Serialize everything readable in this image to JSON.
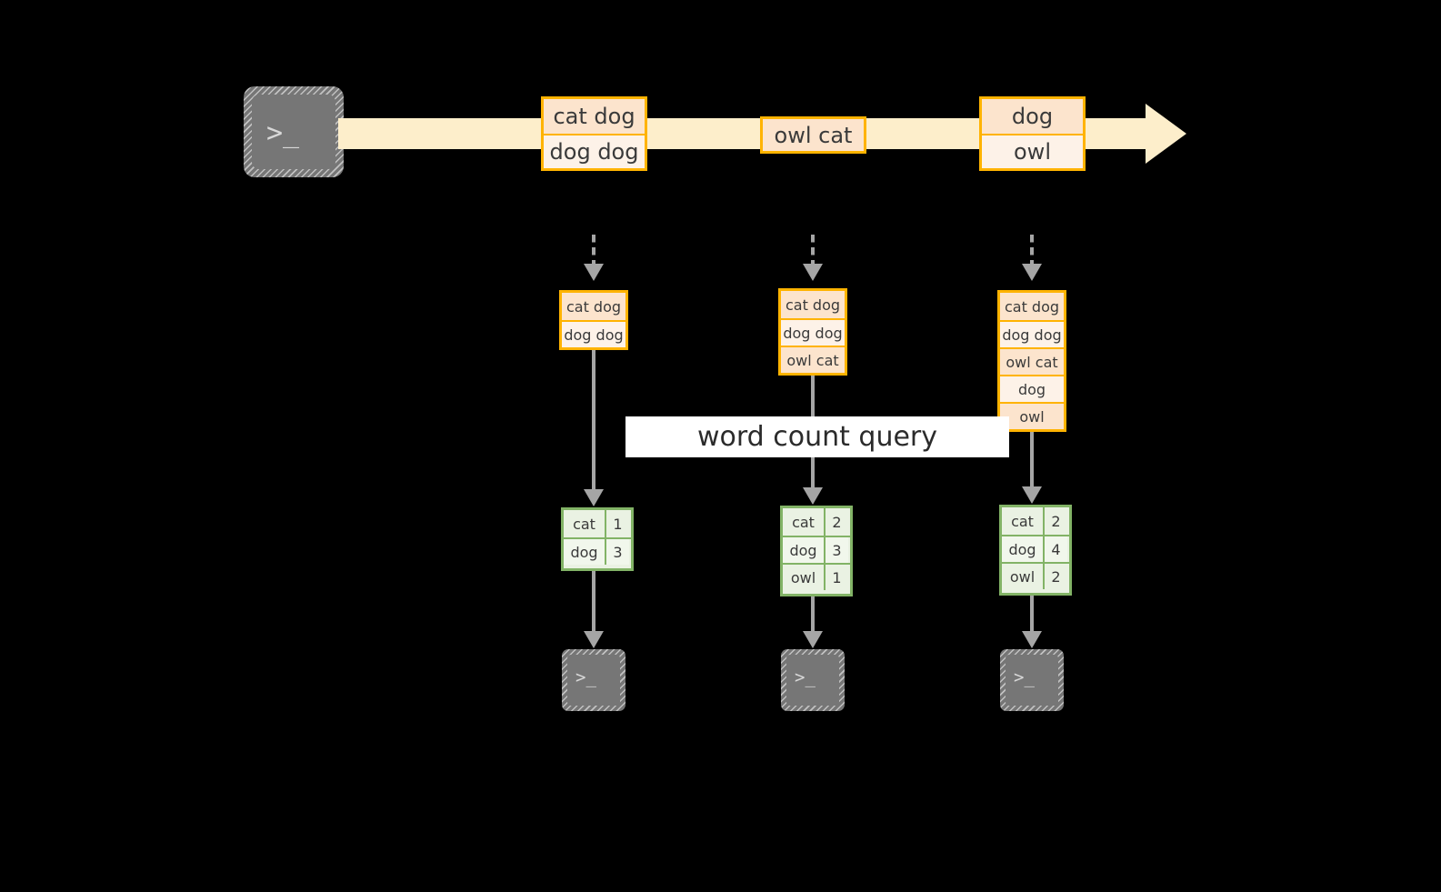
{
  "diagram": {
    "title_banner": "word count query",
    "colors": {
      "background": "#000000",
      "stream_border": "#ffb300",
      "stream_fill_dark": "#fce4cd",
      "stream_fill_light": "#fdf2e8",
      "result_border": "#82b366",
      "result_fill": "#eaf2e3",
      "arrow_gray": "#a5a5a5",
      "timeline_fill": "#fdeecb",
      "terminal_fill": "#767676"
    },
    "source": {
      "icon": "terminal-icon",
      "prompt": ">_"
    },
    "timeline": {
      "arrow": "right-arrow",
      "events": [
        {
          "id": "event-1",
          "rows": [
            "cat dog",
            "dog dog"
          ]
        },
        {
          "id": "event-2",
          "rows": [
            "owl cat"
          ]
        },
        {
          "id": "event-3",
          "rows": [
            "dog",
            "owl"
          ]
        }
      ]
    },
    "snapshots": [
      {
        "id": "snapshot-1",
        "stream_rows": [
          "cat dog",
          "dog dog"
        ],
        "result_header": null,
        "result_rows": [
          {
            "word": "cat",
            "count": "1"
          },
          {
            "word": "dog",
            "count": "3"
          }
        ],
        "sink_icon": "terminal-icon",
        "sink_prompt": ">_"
      },
      {
        "id": "snapshot-2",
        "stream_rows": [
          "cat dog",
          "dog dog",
          "owl cat"
        ],
        "result_header": null,
        "result_rows": [
          {
            "word": "cat",
            "count": "2"
          },
          {
            "word": "dog",
            "count": "3"
          },
          {
            "word": "owl",
            "count": "1"
          }
        ],
        "sink_icon": "terminal-icon",
        "sink_prompt": ">_"
      },
      {
        "id": "snapshot-3",
        "stream_rows": [
          "cat dog",
          "dog dog",
          "owl cat",
          "dog",
          "owl"
        ],
        "result_header": null,
        "result_rows": [
          {
            "word": "cat",
            "count": "2"
          },
          {
            "word": "dog",
            "count": "4"
          },
          {
            "word": "owl",
            "count": "2"
          }
        ],
        "sink_icon": "terminal-icon",
        "sink_prompt": ">_"
      }
    ]
  }
}
